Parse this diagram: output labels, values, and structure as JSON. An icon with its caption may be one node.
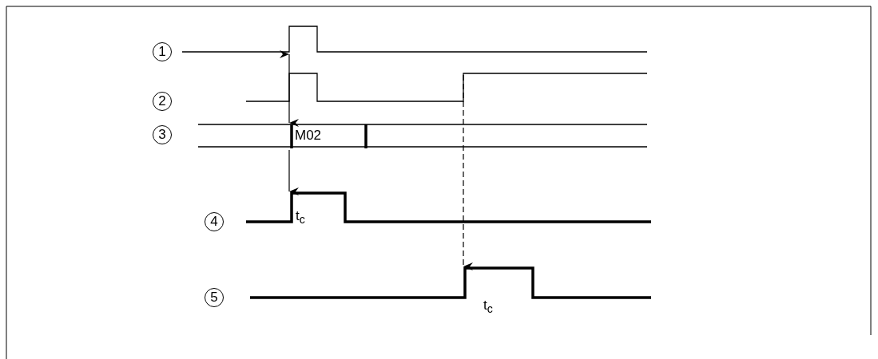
{
  "diagram": {
    "labels": [
      "1",
      "2",
      "3",
      "M02",
      "4",
      "t$_{c}$",
      "5",
      "t$_{c}$"
    ]
  }
}
